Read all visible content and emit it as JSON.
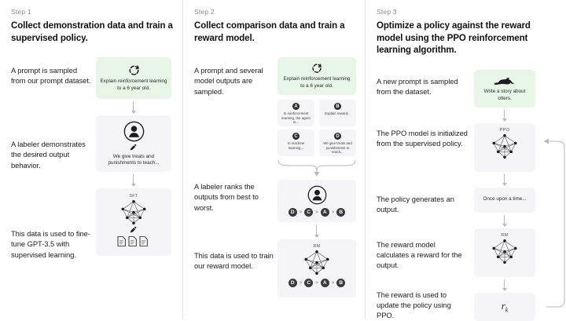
{
  "figure": {
    "title": "RLHF three-step training diagram",
    "accent_green": "#e7f6e7",
    "node_grey": "#f5f5f7",
    "divider": "#e2e2e2"
  },
  "steps": [
    {
      "label": "Step 1",
      "title": "Collect demonstration data and train a supervised policy.",
      "captions": [
        "A prompt is sampled from our prompt dataset.",
        "A labeler demonstrates the desired output behavior.",
        "This data is used to fine-tune GPT-3.5 with supervised learning."
      ],
      "nodes": [
        {
          "kind": "prompt",
          "icon": "refresh-circle-icon",
          "text": "Explain reinforcement learning to a 6 year old."
        },
        {
          "kind": "labeler",
          "icon": "person-icon",
          "pencil": "pencil-icon",
          "text": "We give treats and punishments to teach..."
        },
        {
          "kind": "model",
          "icon": "neural-network-icon",
          "top_label": "SFT",
          "pencil": "pencil-icon",
          "docs": "documents-icon"
        }
      ]
    },
    {
      "label": "Step 2",
      "title": "Collect comparison data and train a reward model.",
      "captions": [
        "A prompt and several model outputs are sampled.",
        "A labeler ranks the outputs from best to worst.",
        "This data is used to train our reward model."
      ],
      "nodes": [
        {
          "kind": "prompt",
          "icon": "refresh-circle-icon",
          "text": "Explain reinforcement learning to a 6 year old."
        },
        {
          "kind": "model",
          "icon": "neural-network-icon",
          "top_label": "RM"
        }
      ],
      "outputs": [
        {
          "letter": "A",
          "text": "In reinforcement learning, the agent is..."
        },
        {
          "letter": "B",
          "text": "Explain reward..."
        },
        {
          "letter": "C",
          "text": "In machine learning..."
        },
        {
          "letter": "D",
          "text": "We give treats and punishments to teach..."
        }
      ],
      "ranking": [
        "D",
        "C",
        "A",
        "B"
      ],
      "ranking_separator": ">"
    },
    {
      "label": "Step 3",
      "title": "Optimize a policy against the reward model using the PPO reinforcement learning algorithm.",
      "captions": [
        "A new prompt is sampled from the dataset.",
        "The PPO model is initialized from the supervised policy.",
        "The policy generates an output.",
        "The reward model calculates a reward for the output.",
        "The reward is used to update the policy using PPO."
      ],
      "nodes": [
        {
          "kind": "prompt",
          "icon": "otter-icon",
          "text": "Write a story about otters."
        },
        {
          "kind": "model",
          "icon": "neural-network-icon",
          "top_label": "PPO"
        },
        {
          "kind": "output",
          "text": "Once upon a time..."
        },
        {
          "kind": "model",
          "icon": "neural-network-icon",
          "top_label": "RM"
        },
        {
          "kind": "reward",
          "symbol": "r",
          "subscript": "k"
        }
      ]
    }
  ]
}
